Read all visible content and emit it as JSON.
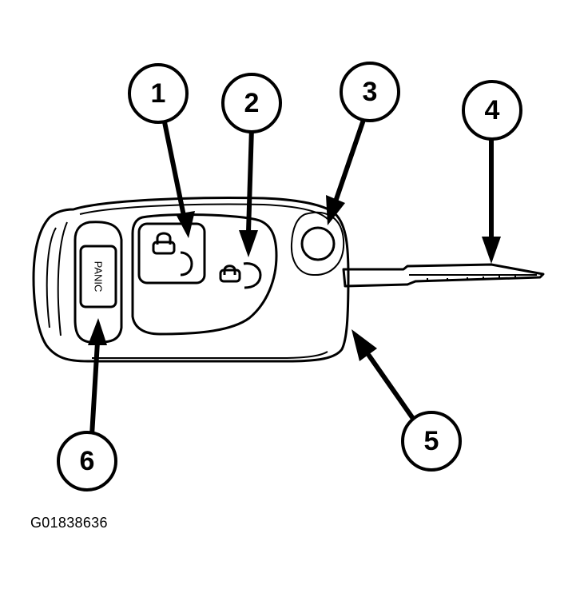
{
  "figure": {
    "id_label": "G01838636",
    "panic_label": "PANIC"
  },
  "callouts": [
    {
      "number": "1",
      "target": "lock-button"
    },
    {
      "number": "2",
      "target": "unlock-button"
    },
    {
      "number": "3",
      "target": "key-release-button"
    },
    {
      "number": "4",
      "target": "key-blade"
    },
    {
      "number": "5",
      "target": "fob-housing"
    },
    {
      "number": "6",
      "target": "panic-button"
    }
  ],
  "colors": {
    "ink": "#000000",
    "paper": "#ffffff"
  },
  "icons": [
    "lock-icon",
    "unlock-icon",
    "circle-callout-icon",
    "arrow-icon"
  ]
}
